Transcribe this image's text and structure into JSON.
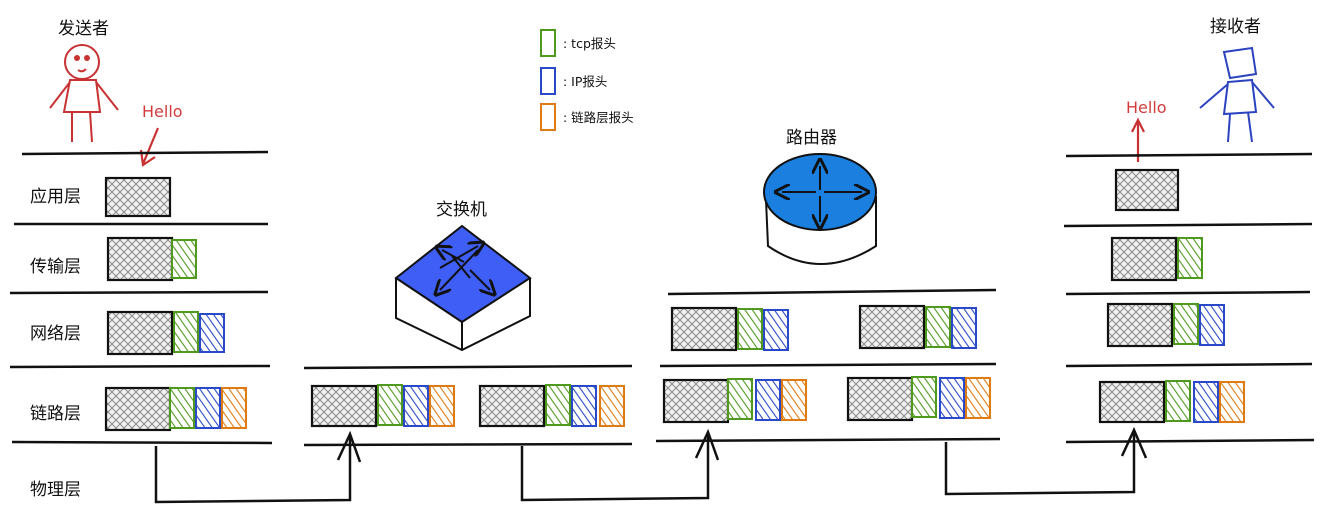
{
  "sender": {
    "title": "发送者",
    "message": "Hello"
  },
  "receiver": {
    "title": "接收者",
    "message": "Hello"
  },
  "layers": {
    "application": "应用层",
    "transport": "传输层",
    "network": "网络层",
    "link": "链路层",
    "physical": "物理层"
  },
  "devices": {
    "switch": "交换机",
    "router": "路由器"
  },
  "legend": [
    {
      "label": ": tcp报头",
      "color": "#4f9a1e"
    },
    {
      "label": ": IP报头",
      "color": "#2a49c9"
    },
    {
      "label": ": 链路层报头",
      "color": "#e07b12"
    }
  ],
  "colors": {
    "tcp": "#4f9a1e",
    "ip": "#2a49c9",
    "link": "#e07b12",
    "sender": "#c83232",
    "receiver": "#2c43c0",
    "switch": "#3f5ef5",
    "router": "#1b7fe0"
  }
}
